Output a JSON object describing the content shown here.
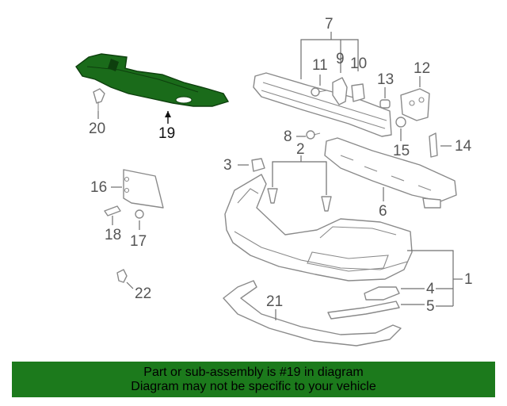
{
  "labels": {
    "p1": "1",
    "p2": "2",
    "p3": "3",
    "p4": "4",
    "p5": "5",
    "p6": "6",
    "p7": "7",
    "p8": "8",
    "p9": "9",
    "p10": "10",
    "p11": "11",
    "p12": "12",
    "p13": "13",
    "p14": "14",
    "p15": "15",
    "p16": "16",
    "p17": "17",
    "p18": "18",
    "p19": "19",
    "p20": "20",
    "p21": "21",
    "p22": "22"
  },
  "highlighted_part": "19",
  "colors": {
    "banner_bg": "#1c7a1c",
    "highlight_part": "#1a6b1a",
    "outline": "#8a8a8a",
    "label": "#555555"
  },
  "banner": {
    "line1": "Part or sub-assembly is #19 in diagram",
    "line2": "Diagram may not be specific to your vehicle"
  }
}
